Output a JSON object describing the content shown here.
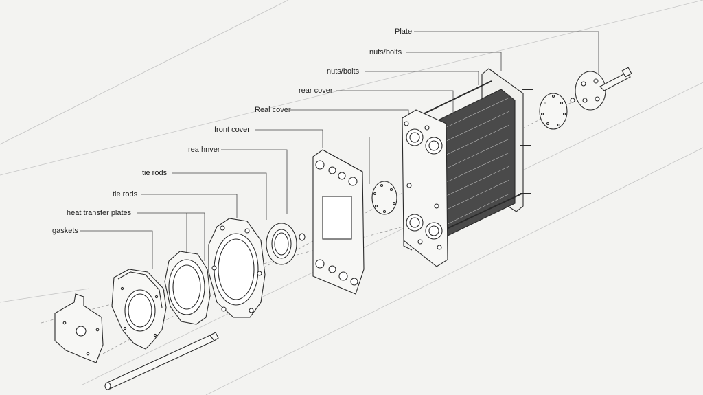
{
  "diagram": {
    "labels": {
      "plate": "Plate",
      "nuts_bolts_1": "nuts/bolts",
      "nuts_bolts_2": "nuts/bolts",
      "rear_cover_1": "rear cover",
      "real_cover": "Real cover",
      "front_cover": "front cover",
      "rea_hnver": "rea hnver",
      "tie_rods_1": "tie rods",
      "tie_rods_2": "tie rods",
      "heat_transfer_plates": "heat transfer plates",
      "gaskets": "gaskets"
    },
    "colors": {
      "background": "#f3f3f1",
      "line": "#2a2a2a",
      "guide": "#bdbdbd"
    }
  }
}
